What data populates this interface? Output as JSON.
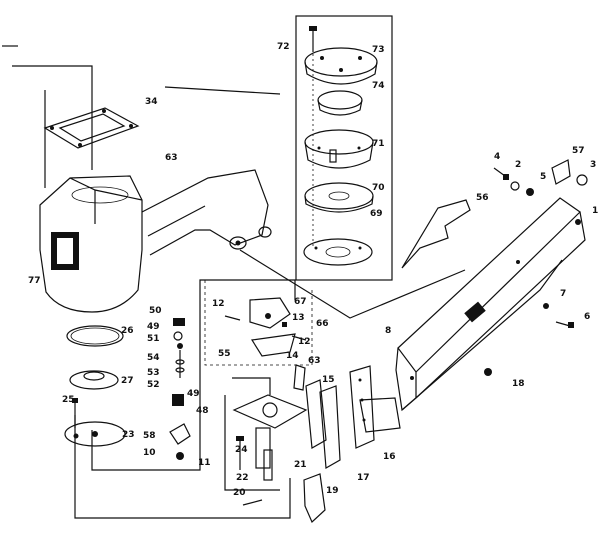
{
  "parts": [
    {
      "id": "p72",
      "label": "72"
    },
    {
      "id": "p73",
      "label": "73"
    },
    {
      "id": "p74",
      "label": "74"
    },
    {
      "id": "p71",
      "label": "71"
    },
    {
      "id": "p70",
      "label": "70"
    },
    {
      "id": "p69",
      "label": "69"
    },
    {
      "id": "p34",
      "label": "34"
    },
    {
      "id": "p63a",
      "label": "63"
    },
    {
      "id": "p77",
      "label": "77"
    },
    {
      "id": "p26",
      "label": "26"
    },
    {
      "id": "p27",
      "label": "27"
    },
    {
      "id": "p25",
      "label": "25"
    },
    {
      "id": "p23",
      "label": "23"
    },
    {
      "id": "p50",
      "label": "50"
    },
    {
      "id": "p49a",
      "label": "49"
    },
    {
      "id": "p51",
      "label": "51"
    },
    {
      "id": "p54",
      "label": "54"
    },
    {
      "id": "p53",
      "label": "53"
    },
    {
      "id": "p52",
      "label": "52"
    },
    {
      "id": "p49b",
      "label": "49"
    },
    {
      "id": "p48",
      "label": "48"
    },
    {
      "id": "p58",
      "label": "58"
    },
    {
      "id": "p10",
      "label": "10"
    },
    {
      "id": "p11",
      "label": "11"
    },
    {
      "id": "p12a",
      "label": "12"
    },
    {
      "id": "p12b",
      "label": "12"
    },
    {
      "id": "p67",
      "label": "67"
    },
    {
      "id": "p13",
      "label": "13"
    },
    {
      "id": "p66",
      "label": "66"
    },
    {
      "id": "p55",
      "label": "55"
    },
    {
      "id": "p14",
      "label": "14"
    },
    {
      "id": "p63b",
      "label": "63"
    },
    {
      "id": "p15",
      "label": "15"
    },
    {
      "id": "p24",
      "label": "24"
    },
    {
      "id": "p22",
      "label": "22"
    },
    {
      "id": "p20",
      "label": "20"
    },
    {
      "id": "p21",
      "label": "21"
    },
    {
      "id": "p19",
      "label": "19"
    },
    {
      "id": "p17",
      "label": "17"
    },
    {
      "id": "p16",
      "label": "16"
    },
    {
      "id": "p8",
      "label": "8"
    },
    {
      "id": "p18",
      "label": "18"
    },
    {
      "id": "p4",
      "label": "4"
    },
    {
      "id": "p2",
      "label": "2"
    },
    {
      "id": "p5",
      "label": "5"
    },
    {
      "id": "p57",
      "label": "57"
    },
    {
      "id": "p3",
      "label": "3"
    },
    {
      "id": "p1",
      "label": "1"
    },
    {
      "id": "p56",
      "label": "56"
    },
    {
      "id": "p7",
      "label": "7"
    },
    {
      "id": "p6",
      "label": "6"
    }
  ]
}
